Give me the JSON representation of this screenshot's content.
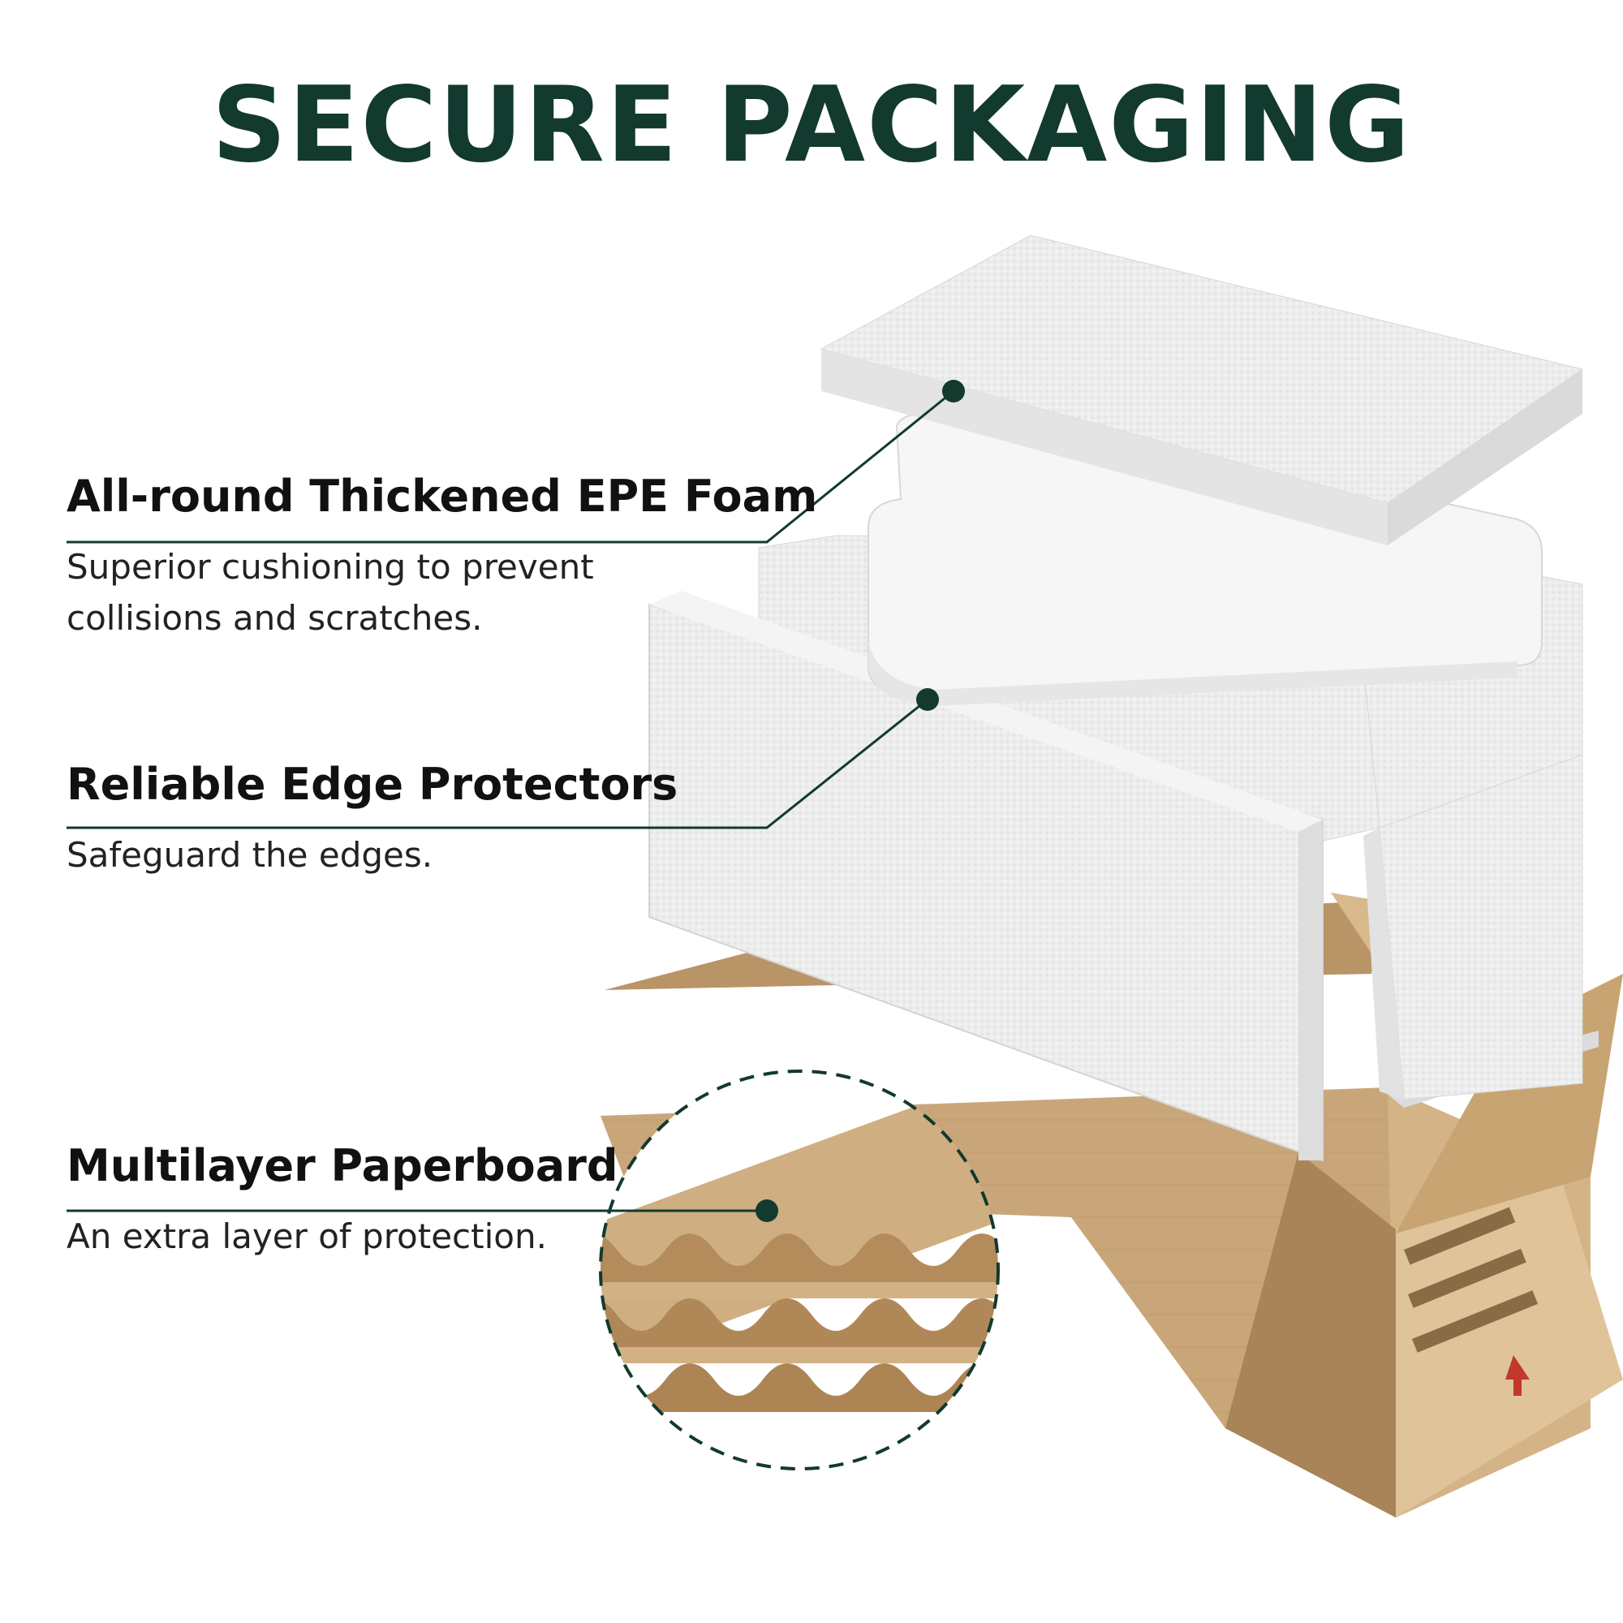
{
  "title": "SECURE PACKAGING",
  "colors": {
    "accent": "#123a2e",
    "foam": "#eeeeee",
    "cardboard": "#c9a67a"
  },
  "features": [
    {
      "heading": "All-round Thickened EPE Foam",
      "description_lines": [
        "Superior cushioning to prevent",
        "collisions and scratches."
      ]
    },
    {
      "heading": "Reliable Edge Protectors",
      "description_lines": [
        "Safeguard the edges."
      ]
    },
    {
      "heading": "Multilayer Paperboard",
      "description_lines": [
        "An extra layer of protection."
      ]
    }
  ]
}
